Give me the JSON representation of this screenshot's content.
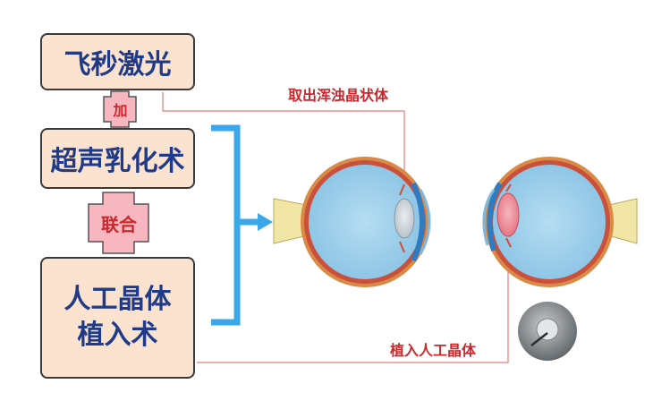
{
  "steps": {
    "femtosecond": "飞秒激光",
    "phaco": "超声乳化术",
    "iol_line1": "人工晶体",
    "iol_line2": "植入术"
  },
  "connectors": {
    "plus": "加",
    "combined": "联合"
  },
  "callouts": {
    "remove_lens": "取出浑浊晶状体",
    "implant_iol": "植入人工晶体"
  },
  "colors": {
    "box_fill": "#fbe3cf",
    "step_text": "#1f3a86",
    "callout_red": "#d0262b",
    "bracket_blue": "#3aa7e8",
    "eye_blue": "#a9d7ef"
  }
}
